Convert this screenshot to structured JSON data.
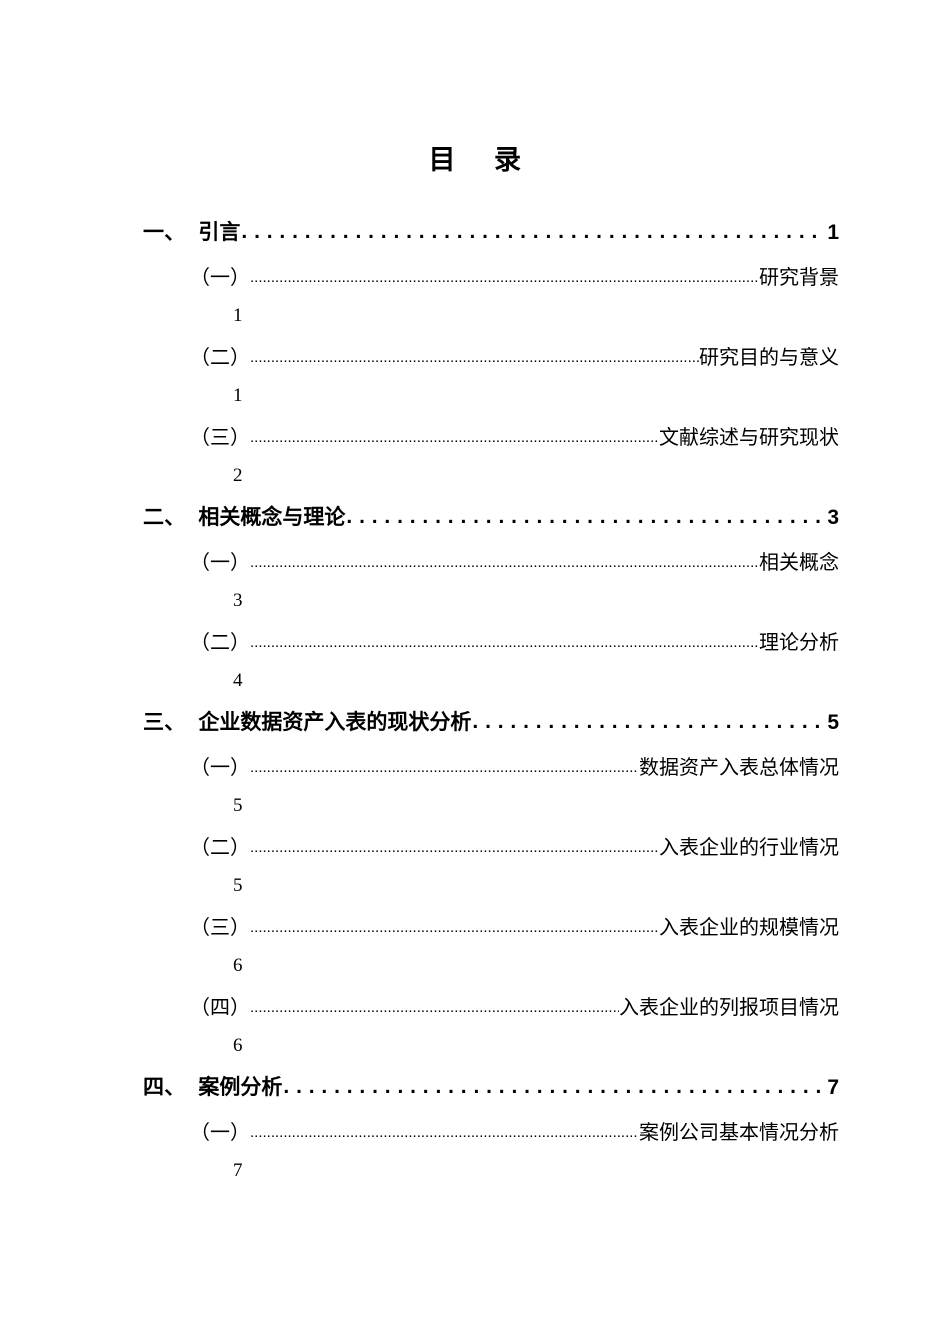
{
  "document": {
    "title_left": "目",
    "title_right": "录"
  },
  "toc": {
    "entries": [
      {
        "level": 1,
        "num": "一、",
        "label": "引言",
        "page": "1"
      },
      {
        "level": 2,
        "num": "（一）",
        "label": "研究背景",
        "page": "1"
      },
      {
        "level": 2,
        "num": "（二）",
        "label": "研究目的与意义",
        "page": "1"
      },
      {
        "level": 2,
        "num": "（三）",
        "label": "文献综述与研究现状",
        "page": "2"
      },
      {
        "level": 1,
        "num": "二、",
        "label": "相关概念与理论",
        "page": "3"
      },
      {
        "level": 2,
        "num": "（一）",
        "label": "相关概念",
        "page": "3"
      },
      {
        "level": 2,
        "num": "（二）",
        "label": "理论分析",
        "page": "4"
      },
      {
        "level": 1,
        "num": "三、",
        "label": "企业数据资产入表的现状分析",
        "page": "5"
      },
      {
        "level": 2,
        "num": "（一）",
        "label": "数据资产入表总体情况",
        "page": "5"
      },
      {
        "level": 2,
        "num": "（二）",
        "label": "入表企业的行业情况",
        "page": "5"
      },
      {
        "level": 2,
        "num": "（三）",
        "label": "入表企业的规模情况",
        "page": "6"
      },
      {
        "level": 2,
        "num": "（四）",
        "label": "入表企业的列报项目情况",
        "page": "6"
      },
      {
        "level": 1,
        "num": "四、",
        "label": "案例分析",
        "page": "7"
      },
      {
        "level": 2,
        "num": "（一）",
        "label": "案例公司基本情况分析",
        "page": "7"
      }
    ]
  }
}
